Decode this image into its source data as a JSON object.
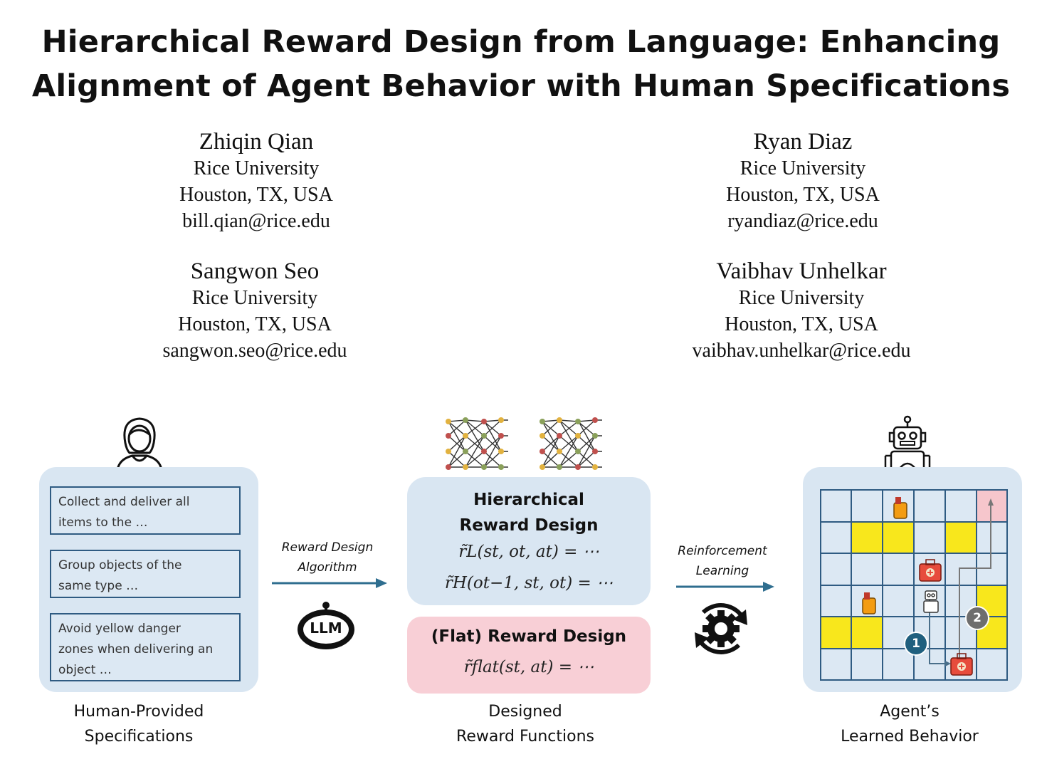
{
  "title": {
    "line1": "Hierarchical Reward Design from Language: Enhancing",
    "line2": "Alignment of Agent Behavior with Human Specifications"
  },
  "authors": [
    {
      "name": "Zhiqin Qian",
      "institution": "Rice University",
      "location": "Houston, TX, USA",
      "email": "bill.qian@rice.edu"
    },
    {
      "name": "Ryan Diaz",
      "institution": "Rice University",
      "location": "Houston, TX, USA",
      "email": "ryandiaz@rice.edu"
    },
    {
      "name": "Sangwon Seo",
      "institution": "Rice University",
      "location": "Houston, TX, USA",
      "email": "sangwon.seo@rice.edu"
    },
    {
      "name": "Vaibhav Unhelkar",
      "institution": "Rice University",
      "location": "Houston, TX, USA",
      "email": "vaibhav.unhelkar@rice.edu"
    }
  ],
  "figure": {
    "specs": {
      "items": [
        {
          "line1": "Collect and deliver all",
          "line2": "items to the …",
          "line3": ""
        },
        {
          "line1": "Group objects of the",
          "line2": "same type …",
          "line3": ""
        },
        {
          "line1": "Avoid yellow danger",
          "line2": "zones when delivering an",
          "line3": "object …"
        }
      ],
      "caption_line1": "Human-Provided",
      "caption_line2": "Specifications"
    },
    "arrow1": {
      "line1": "Reward Design",
      "line2": "Algorithm"
    },
    "llm_badge": "LLM",
    "hierarchical": {
      "title_line1": "Hierarchical",
      "title_line2": "Reward Design",
      "formula_low": "r̃L(st, ot, at) = ⋯",
      "formula_high": "r̃H(ot−1, st, ot) = ⋯"
    },
    "flat": {
      "title": "(Flat) Reward Design",
      "formula": "r̃flat(st, at) = ⋯"
    },
    "designed_caption_line1": "Designed",
    "designed_caption_line2": "Reward Functions",
    "arrow2": {
      "line1": "Reinforcement",
      "line2": "Learning"
    },
    "agent": {
      "caption_line1": "Agent’s",
      "caption_line2": "Learned Behavior",
      "markers": [
        "1",
        "2"
      ],
      "colors": {
        "danger_zone": "#f8e71c",
        "goal_cell": "#f6c6cc",
        "path": "#4a6f8a",
        "grid_line": "#2f5b82",
        "cell_bg": "#dce8f3"
      }
    },
    "colors": {
      "panel_blue": "#d9e6f2",
      "panel_pink": "#f8cfd6",
      "arrow": "#2f6e8f"
    }
  }
}
